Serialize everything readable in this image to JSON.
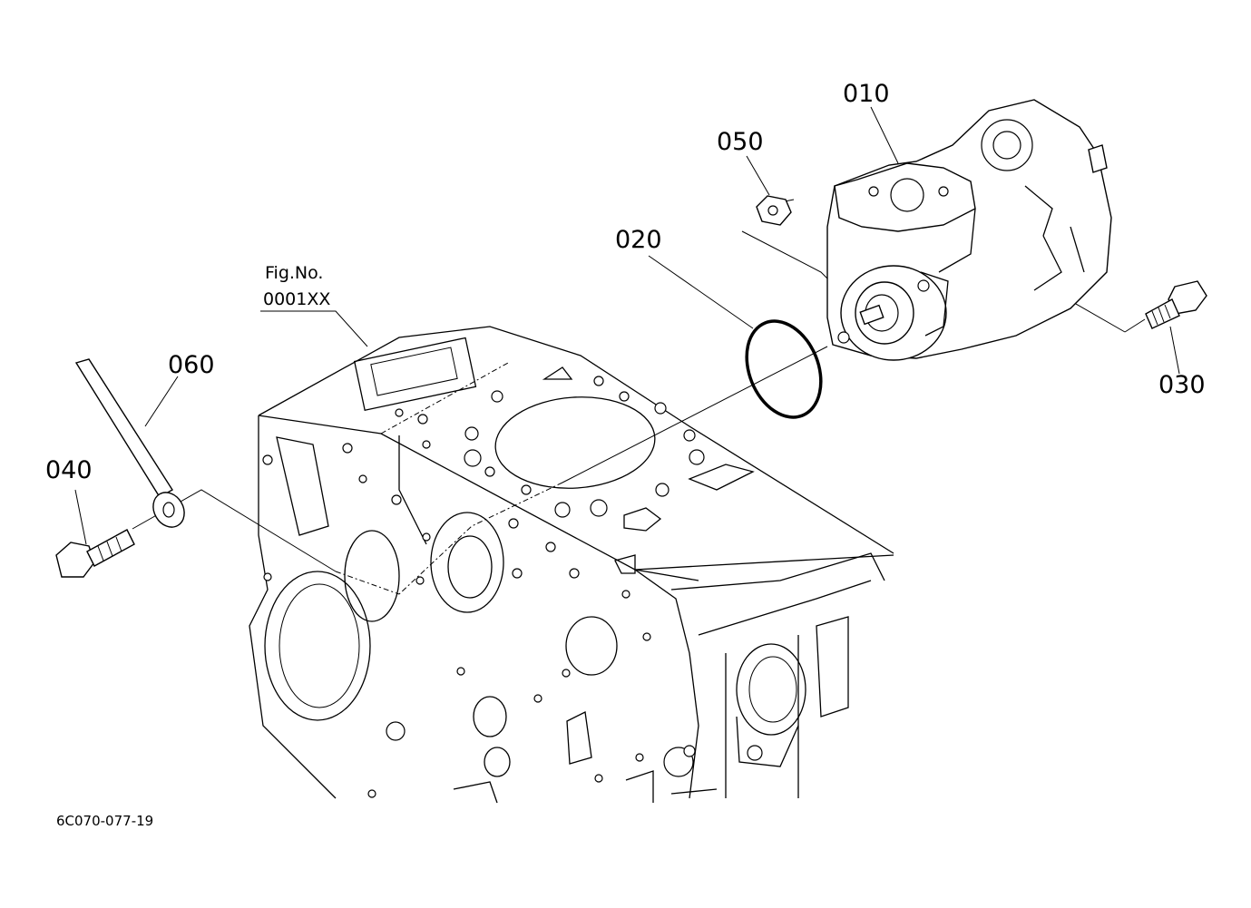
{
  "figure": {
    "fig_label_line1": "Fig.No.",
    "fig_label_line2": "0001XX",
    "drawing_code": "6C070-077-19"
  },
  "parts": [
    {
      "id": "p010",
      "label": "010",
      "icon": "hydraulic-pump-icon"
    },
    {
      "id": "p020",
      "label": "020",
      "icon": "o-ring-icon"
    },
    {
      "id": "p030",
      "label": "030",
      "icon": "bolt-icon"
    },
    {
      "id": "p040",
      "label": "040",
      "icon": "bolt-icon"
    },
    {
      "id": "p050",
      "label": "050",
      "icon": "nut-icon"
    },
    {
      "id": "p060",
      "label": "060",
      "icon": "dipstick-icon"
    }
  ],
  "colors": {
    "ink": "#000000",
    "paper": "#ffffff"
  }
}
